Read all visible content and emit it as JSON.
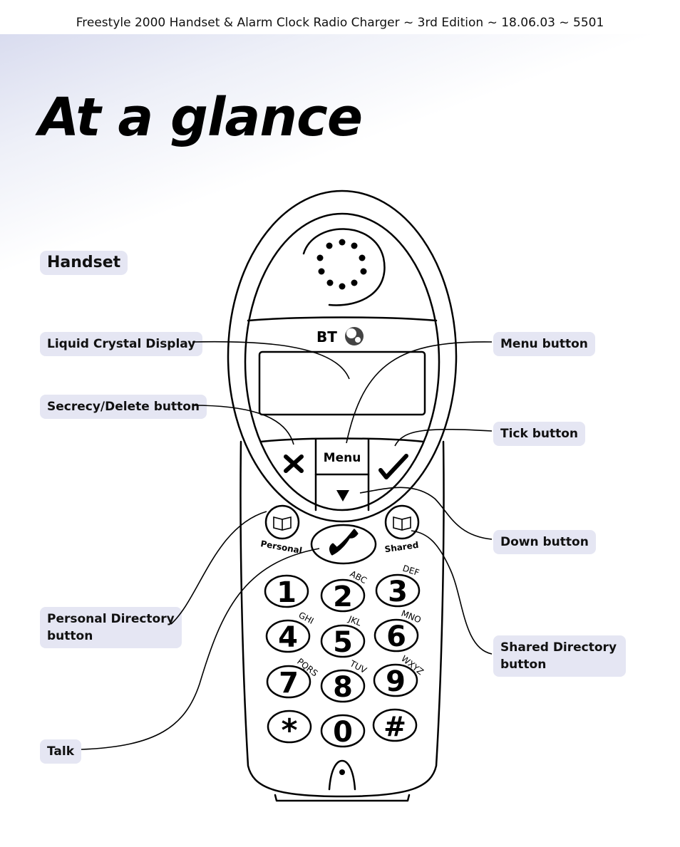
{
  "header": "Freestyle 2000 Handset & Alarm Clock Radio Charger  ~ 3rd Edition ~ 18.06.03 ~ 5501",
  "title": "At a glance",
  "section": "Handset",
  "callouts": {
    "lcd": "Liquid Crystal Display",
    "secrecy": "Secrecy/Delete button",
    "personal_line1": "Personal Directory",
    "personal_line2": "button",
    "talk": "Talk",
    "menu": "Menu button",
    "tick": "Tick button",
    "down": "Down button",
    "shared_line1": "Shared Directory",
    "shared_line2": "button"
  },
  "handset": {
    "brand": "BT",
    "menu_key": "Menu",
    "personal_label": "Personal",
    "shared_label": "Shared",
    "keys": [
      {
        "digit": "1",
        "letters": ""
      },
      {
        "digit": "2",
        "letters": "ABC"
      },
      {
        "digit": "3",
        "letters": "DEF"
      },
      {
        "digit": "4",
        "letters": "GHI"
      },
      {
        "digit": "5",
        "letters": "JKL"
      },
      {
        "digit": "6",
        "letters": "MNO"
      },
      {
        "digit": "7",
        "letters": "PQRS"
      },
      {
        "digit": "8",
        "letters": "TUV"
      },
      {
        "digit": "9",
        "letters": "WXYZ"
      },
      {
        "digit": "*",
        "letters": ""
      },
      {
        "digit": "0",
        "letters": ""
      },
      {
        "digit": "#",
        "letters": ""
      }
    ]
  },
  "colors": {
    "label_bg": "#e5e6f3",
    "line": "#000000"
  }
}
